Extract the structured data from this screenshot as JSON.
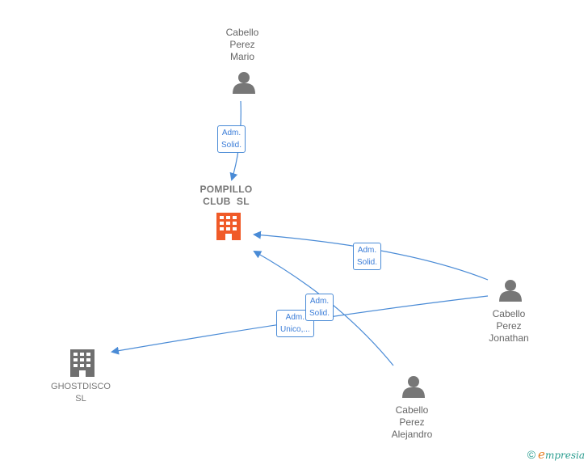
{
  "nodes": {
    "mario": {
      "lines": [
        "Cabello",
        "Perez",
        "Mario"
      ],
      "icon": "person-icon"
    },
    "pompillo": {
      "lines": [
        "POMPILLO",
        "CLUB  SL"
      ],
      "icon": "building-icon",
      "color": "#f05a28"
    },
    "jonathan": {
      "lines": [
        "Cabello",
        "Perez",
        "Jonathan"
      ],
      "icon": "person-icon"
    },
    "ghostdisco": {
      "lines": [
        "GHOSTDISCO",
        "SL"
      ],
      "icon": "building-icon",
      "color": "#6f6f6f"
    },
    "alejandro": {
      "lines": [
        "Cabello",
        "Perez",
        "Alejandro"
      ],
      "icon": "person-icon"
    }
  },
  "edges": {
    "mario_pompillo": {
      "lines": [
        "Adm.",
        "Solid."
      ]
    },
    "jonathan_pompillo": {
      "lines": [
        "Adm.",
        "Solid."
      ]
    },
    "alejandro_pompillo": {
      "lines": [
        "Adm.",
        "Solid."
      ]
    },
    "jonathan_ghostdisco": {
      "lines": [
        "Adm.",
        "Unico,..."
      ]
    }
  },
  "colors": {
    "edge": "#4a8bd6",
    "person": "#777777"
  },
  "brand": {
    "copyright": "©",
    "e": "e",
    "rest": "mpresia"
  }
}
